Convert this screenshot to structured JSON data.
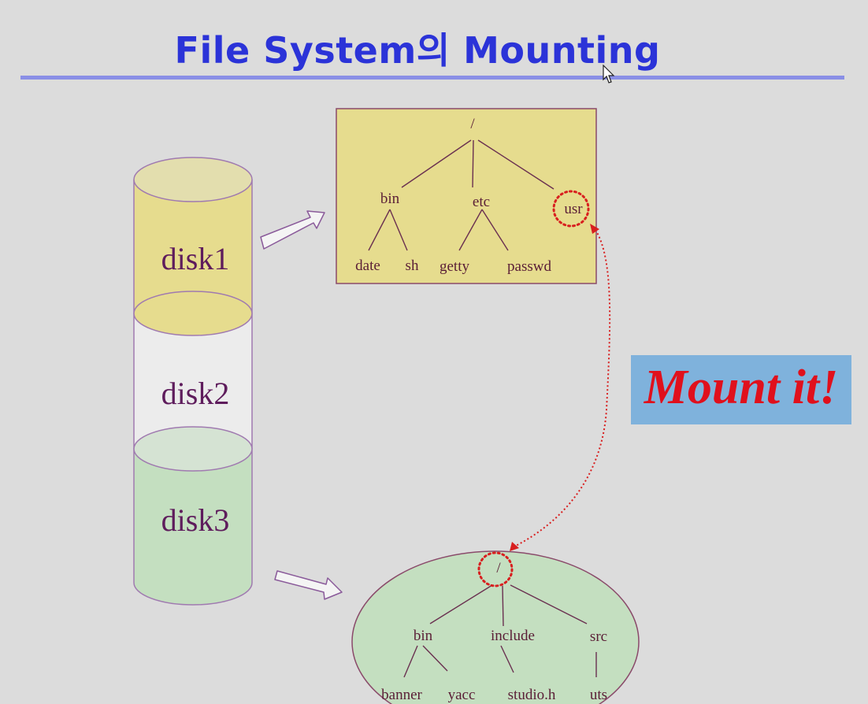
{
  "slide": {
    "title": "File System의 Mounting",
    "callout": "Mount it!"
  },
  "disks": [
    "disk1",
    "disk2",
    "disk3"
  ],
  "tree_top": {
    "root": "/",
    "bin": "bin",
    "etc": "etc",
    "usr": "usr",
    "date": "date",
    "sh": "sh",
    "getty": "getty",
    "passwd": "passwd"
  },
  "tree_bottom": {
    "root": "/",
    "bin": "bin",
    "include": "include",
    "src": "src",
    "banner": "banner",
    "yacc": "yacc",
    "studio_h": "studio.h",
    "uts": "uts"
  },
  "colors": {
    "title": "#2b33d8",
    "disk1_fill": "#e6dc8e",
    "disk3_fill": "#c4dfc0",
    "top_tree_fill": "#e6dc8e",
    "bottom_tree_fill": "#c4dfc0",
    "callout_fill": "#7fb2dc",
    "callout_text": "#e0101c",
    "mount_link": "#d81f1f"
  },
  "icons": [
    "mouse-pointer-icon",
    "arrow-right-icon"
  ]
}
